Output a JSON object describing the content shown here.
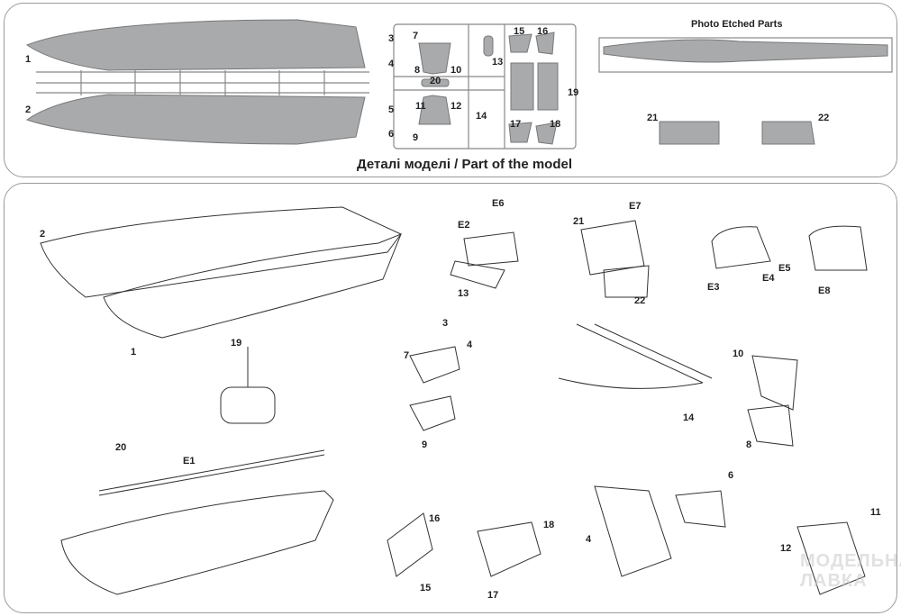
{
  "top_panel": {
    "caption": "Деталі моделі / Part of the model",
    "photo_etched_title": "Photo Etched Parts",
    "labels": [
      "1",
      "2",
      "3",
      "4",
      "5",
      "6",
      "7",
      "8",
      "9",
      "10",
      "11",
      "12",
      "13",
      "14",
      "15",
      "16",
      "17",
      "18",
      "19",
      "20",
      "21",
      "22"
    ]
  },
  "assembly": {
    "labels": [
      "2",
      "1",
      "19",
      "20",
      "E1",
      "E2",
      "E6",
      "13",
      "E7",
      "21",
      "22",
      "E3",
      "E4",
      "E5",
      "E8",
      "3",
      "7",
      "4",
      "9",
      "10",
      "14",
      "8",
      "6",
      "16",
      "15",
      "18",
      "17",
      "4",
      "11",
      "12"
    ]
  },
  "watermark": {
    "line1": "МОДЕЛЬНАЯ",
    "line2": "ЛАВКА"
  },
  "colors": {
    "part_grey": "#a8aaac",
    "line": "#333333",
    "border": "#9a9a9a"
  }
}
